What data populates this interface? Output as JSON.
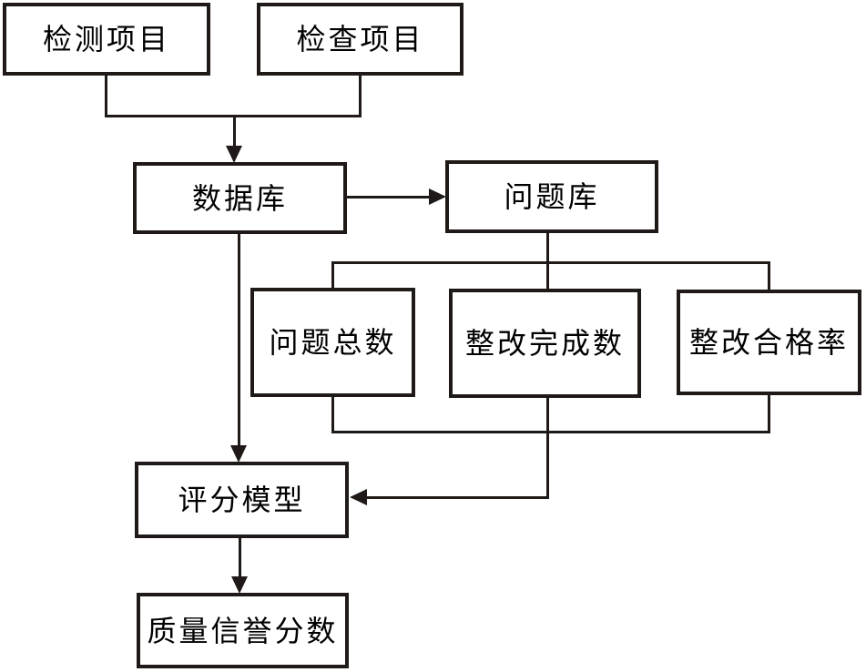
{
  "nodes": {
    "detection": {
      "label": "检测项目"
    },
    "inspection": {
      "label": "检查项目"
    },
    "database": {
      "label": "数据库"
    },
    "problem_library": {
      "label": "问题库"
    },
    "problem_total": {
      "label": "问题总数"
    },
    "rectification_done": {
      "label": "整改完成数"
    },
    "rectification_rate": {
      "label": "整改合格率"
    },
    "scoring_model": {
      "label": "评分模型"
    },
    "quality_score": {
      "label": "质量信誉分数"
    }
  },
  "edges": [
    {
      "from": "检测项目",
      "to": "数据库",
      "arrow": true
    },
    {
      "from": "检查项目",
      "to": "数据库",
      "arrow": true
    },
    {
      "from": "数据库",
      "to": "问题库",
      "arrow": true
    },
    {
      "from": "问题库",
      "to": "问题总数",
      "arrow": false
    },
    {
      "from": "问题库",
      "to": "整改完成数",
      "arrow": false
    },
    {
      "from": "问题库",
      "to": "整改合格率",
      "arrow": false
    },
    {
      "from": "问题总数",
      "to": "评分模型",
      "arrow": true
    },
    {
      "from": "整改完成数",
      "to": "评分模型",
      "arrow": true
    },
    {
      "from": "整改合格率",
      "to": "评分模型",
      "arrow": true
    },
    {
      "from": "数据库",
      "to": "评分模型",
      "arrow": true
    },
    {
      "from": "评分模型",
      "to": "质量信誉分数",
      "arrow": true
    }
  ],
  "colors": {
    "line": "#1f1a17",
    "background": "#ffffff",
    "box_fill": "#ffffff",
    "text": "#000000"
  }
}
